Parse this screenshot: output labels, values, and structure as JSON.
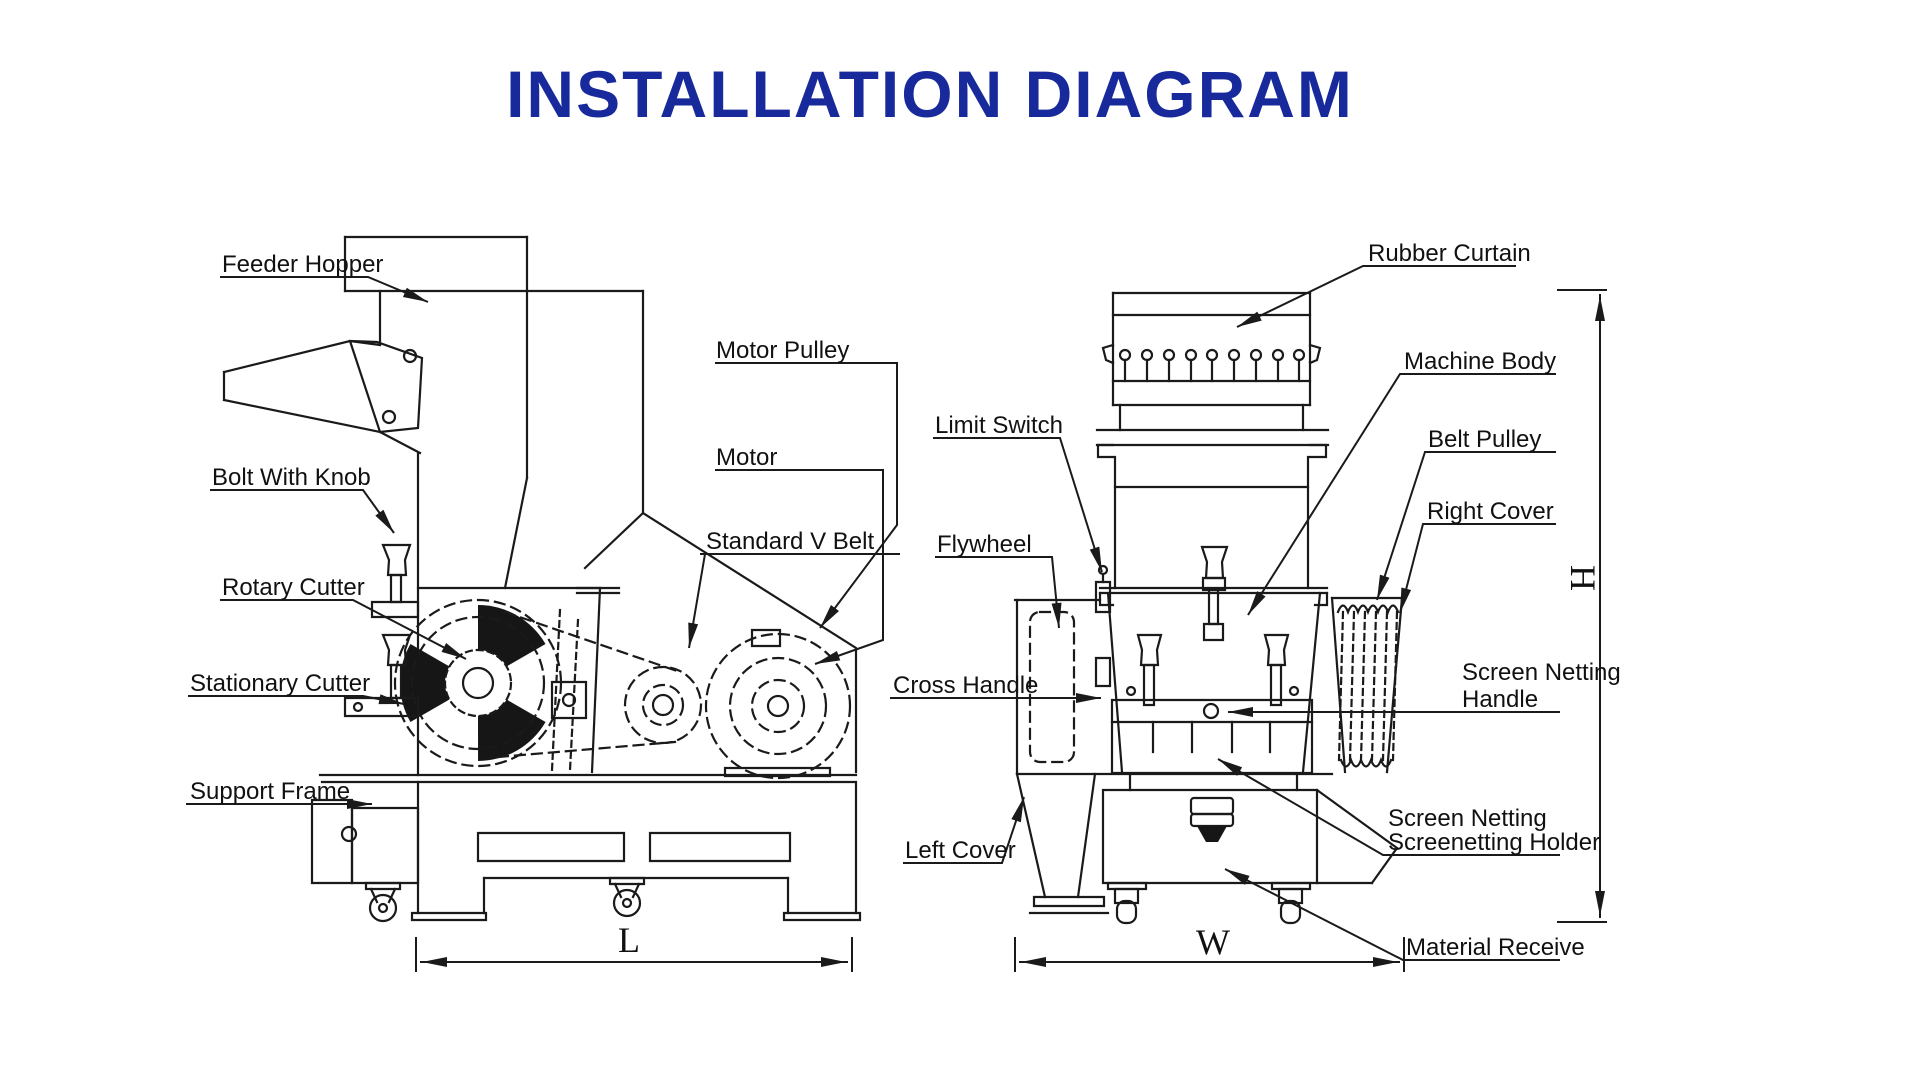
{
  "title": {
    "text": "INSTALLATION DIAGRAM",
    "color": "#18299b"
  },
  "line_color": "#1a1a1a",
  "views": {
    "side_view": {
      "name": "Side view of granulator",
      "labels": {
        "feeder_hopper": "Feeder Hopper",
        "motor_pulley": "Motor Pulley",
        "motor": "Motor",
        "standard_v_belt": "Standard V Belt",
        "bolt_with_knob": "Bolt With Knob",
        "rotary_cutter": "Rotary Cutter",
        "stationary_cutter": "Stationary Cutter",
        "support_frame": "Support Frame"
      }
    },
    "front_view": {
      "name": "Front view of granulator",
      "labels": {
        "rubber_curtain": "Rubber Curtain",
        "machine_body": "Machine Body",
        "limit_switch": "Limit Switch",
        "belt_pulley": "Belt Pulley",
        "right_cover": "Right Cover",
        "flywheel": "Flywheel",
        "cross_handle": "Cross Handle",
        "screen_netting_handle": {
          "line1": "Screen Netting",
          "line2": "Handle"
        },
        "screen_netting_holder": {
          "line1": "Screen Netting",
          "line2": "Screenetting Holder"
        },
        "left_cover": "Left Cover",
        "material_receive": "Material Receive"
      }
    }
  },
  "dimensions": {
    "length": "L",
    "width": "W",
    "height": "H"
  }
}
